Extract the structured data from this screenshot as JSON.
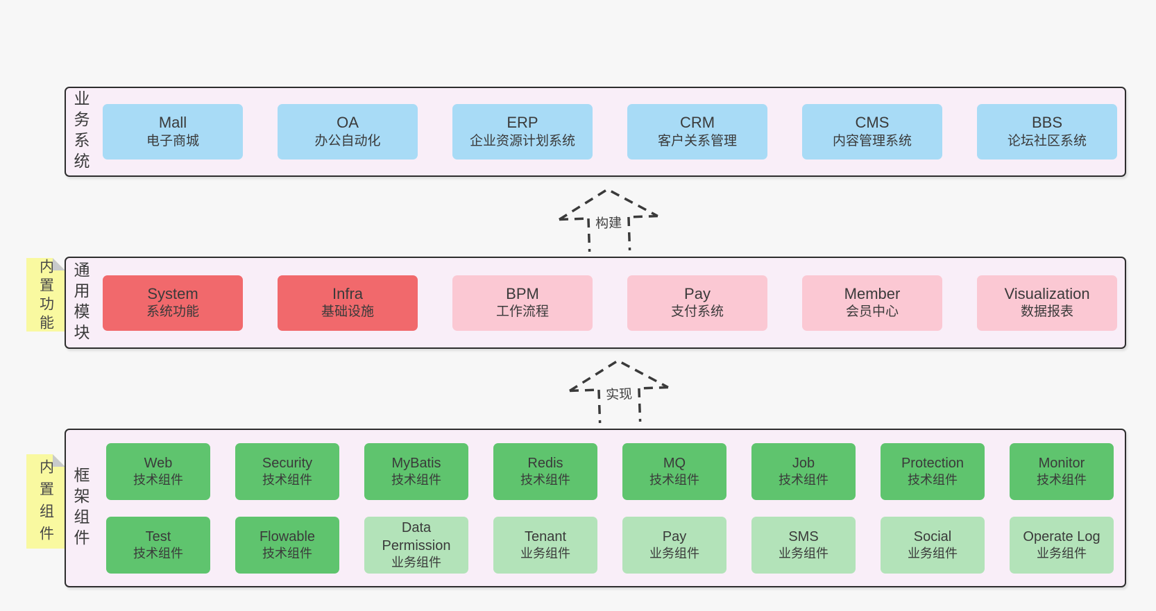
{
  "colors": {
    "page_bg": "#f7f7f7",
    "band_bg": "#f9eef8",
    "band_border": "#2d2d2d",
    "text": "#3a3a3a",
    "blue": "#a8dbf6",
    "red": "#f1696c",
    "pink": "#fbc8d3",
    "green": "#5fc46e",
    "light_green": "#b3e3b9",
    "sticky_yellow": "#f9f9a0",
    "sticky_fold": "#c8cacc"
  },
  "arrows": [
    {
      "label": "构建"
    },
    {
      "label": "实现"
    }
  ],
  "bands": [
    {
      "label": "业务系统",
      "boxes": [
        {
          "en": "Mall",
          "zh": "电子商城",
          "color": "blue"
        },
        {
          "en": "OA",
          "zh": "办公自动化",
          "color": "blue"
        },
        {
          "en": "ERP",
          "zh": "企业资源计划系统",
          "color": "blue"
        },
        {
          "en": "CRM",
          "zh": "客户关系管理",
          "color": "blue"
        },
        {
          "en": "CMS",
          "zh": "内容管理系统",
          "color": "blue"
        },
        {
          "en": "BBS",
          "zh": "论坛社区系统",
          "color": "blue"
        }
      ]
    },
    {
      "label": "通用模块",
      "sticky": "内置功能",
      "boxes": [
        {
          "en": "System",
          "zh": "系统功能",
          "color": "red"
        },
        {
          "en": "Infra",
          "zh": "基础设施",
          "color": "red"
        },
        {
          "en": "BPM",
          "zh": "工作流程",
          "color": "pink"
        },
        {
          "en": "Pay",
          "zh": "支付系统",
          "color": "pink"
        },
        {
          "en": "Member",
          "zh": "会员中心",
          "color": "pink"
        },
        {
          "en": "Visualization",
          "zh": "数据报表",
          "color": "pink"
        }
      ]
    },
    {
      "label": "框架组件",
      "sticky": "内置组件",
      "rows": [
        [
          {
            "en": "Web",
            "zh": "技术组件",
            "color": "green"
          },
          {
            "en": "Security",
            "zh": "技术组件",
            "color": "green"
          },
          {
            "en": "MyBatis",
            "zh": "技术组件",
            "color": "green"
          },
          {
            "en": "Redis",
            "zh": "技术组件",
            "color": "green"
          },
          {
            "en": "MQ",
            "zh": "技术组件",
            "color": "green"
          },
          {
            "en": "Job",
            "zh": "技术组件",
            "color": "green"
          },
          {
            "en": "Protection",
            "zh": "技术组件",
            "color": "green"
          },
          {
            "en": "Monitor",
            "zh": "技术组件",
            "color": "green"
          }
        ],
        [
          {
            "en": "Test",
            "zh": "技术组件",
            "color": "green"
          },
          {
            "en": "Flowable",
            "zh": "技术组件",
            "color": "green"
          },
          {
            "en": "Data Permission",
            "zh": "业务组件",
            "color": "light_green"
          },
          {
            "en": "Tenant",
            "zh": "业务组件",
            "color": "light_green"
          },
          {
            "en": "Pay",
            "zh": "业务组件",
            "color": "light_green"
          },
          {
            "en": "SMS",
            "zh": "业务组件",
            "color": "light_green"
          },
          {
            "en": "Social",
            "zh": "业务组件",
            "color": "light_green"
          },
          {
            "en": "Operate Log",
            "zh": "业务组件",
            "color": "light_green"
          }
        ]
      ]
    }
  ]
}
